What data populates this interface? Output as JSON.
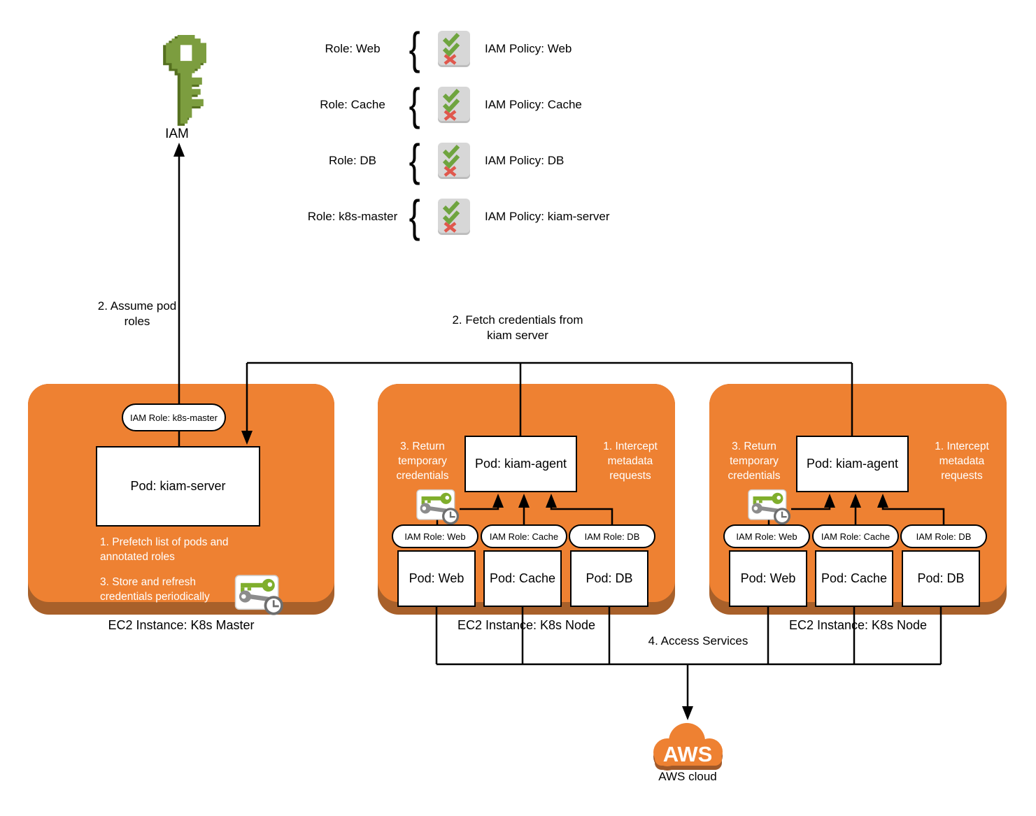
{
  "diagram": {
    "iam_label": "IAM",
    "rows": [
      {
        "role": "Role: Web",
        "policy": "IAM Policy: Web"
      },
      {
        "role": "Role: Cache",
        "policy": "IAM Policy: Cache"
      },
      {
        "role": "Role: DB",
        "policy": "IAM Policy: DB"
      },
      {
        "role": "Role: k8s-master",
        "policy": "IAM Policy: kiam-server"
      }
    ],
    "assume_note": "2. Assume pod roles",
    "fetch_note": "2. Fetch credentials from kiam server",
    "access_note": "4. Access Services",
    "master": {
      "iam_role": "IAM Role: k8s-master",
      "pod": "Pod: kiam-server",
      "note_prefetch": "1. Prefetch list of pods and annotated roles",
      "note_store": "3. Store and refresh credentials periodically",
      "label": "EC2 Instance: K8s Master"
    },
    "workers": [
      {
        "return_note": "3. Return temporary credentials",
        "intercept_note": "1. Intercept metadata requests",
        "agent_pod": "Pod: kiam-agent",
        "roles": [
          "IAM Role: Web",
          "IAM Role: Cache",
          "IAM Role: DB"
        ],
        "pods": [
          "Pod: Web",
          "Pod: Cache",
          "Pod: DB"
        ],
        "label": "EC2 Instance: K8s Node"
      },
      {
        "return_note": "3. Return temporary credentials",
        "intercept_note": "1. Intercept metadata requests",
        "agent_pod": "Pod: kiam-agent",
        "roles": [
          "IAM Role: Web",
          "IAM Role: Cache",
          "IAM Role: DB"
        ],
        "pods": [
          "Pod: Web",
          "Pod: Cache",
          "Pod: DB"
        ],
        "label": "EC2 Instance: K8s Node"
      }
    ],
    "cloud": {
      "text": "AWS",
      "label": "AWS cloud"
    },
    "colors": {
      "node_orange": "#EE8132",
      "node_rim": "#A8602A",
      "iam_key_green": "#7C9D3F",
      "iam_key_green_dark": "#55701F",
      "check_green": "#6FA43F",
      "cross_red": "#E0584D",
      "policy_gray": "#D7D7D7",
      "small_key_green": "#7FAE2C",
      "small_key_gray": "#8C8C8C",
      "line_black": "#000000"
    }
  }
}
